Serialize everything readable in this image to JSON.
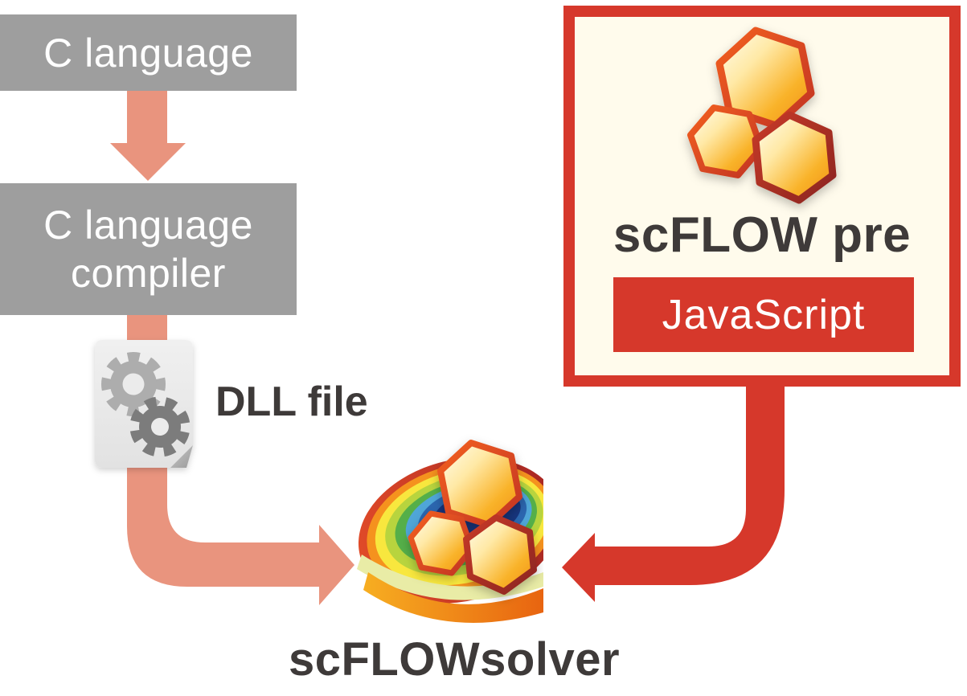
{
  "background": "#FFFFFF",
  "palette": {
    "box_gray": "#9E9E9E",
    "salmon_arrow": "#E9947E",
    "red": "#D6382B",
    "panel_cream": "#FFFBEC",
    "dark_text": "#3E3A39",
    "white_text": "#FFFFFF"
  },
  "flow_left": {
    "c_language_label": "C language",
    "compiler_line1": "C language",
    "compiler_line2": "compiler",
    "dll_label": "DLL file"
  },
  "pre_panel": {
    "title": "scFLOW pre",
    "badge_label": "JavaScript"
  },
  "solver": {
    "label": "scFLOWsolver"
  },
  "icons": {
    "dll_document": "document-with-gears",
    "pre_logo": "honeycomb-hexagons",
    "solver_logo": "rainbow-swirl-honeycomb"
  }
}
